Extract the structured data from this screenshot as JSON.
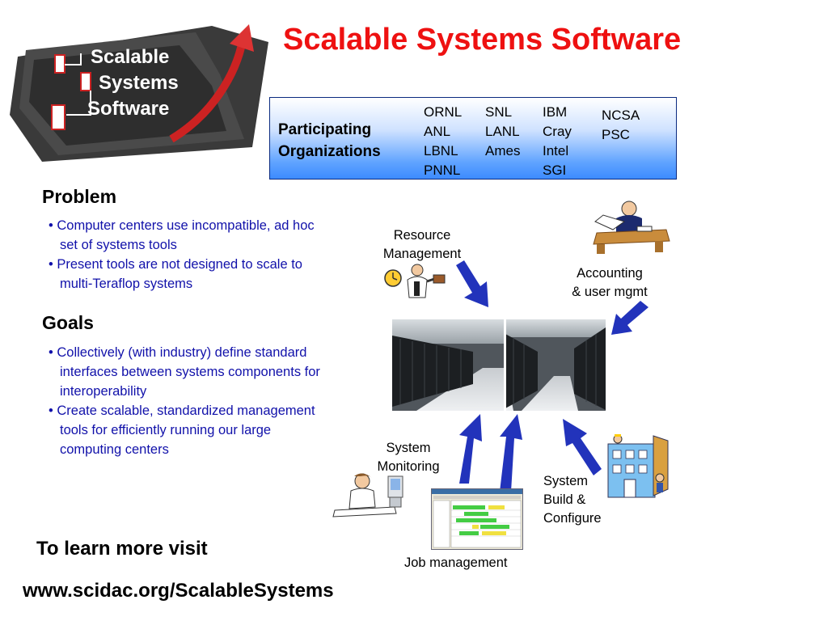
{
  "title": "Scalable Systems Software",
  "logo": {
    "line1": "Scalable",
    "line2": "Systems",
    "line3": "Software"
  },
  "organizations": {
    "label_line1": "Participating",
    "label_line2": "Organizations",
    "columns": [
      [
        "ORNL",
        "ANL",
        "LBNL",
        "PNNL"
      ],
      [
        "SNL",
        "LANL",
        "Ames"
      ],
      [
        "IBM",
        "Cray",
        "Intel",
        "SGI"
      ],
      [
        "NCSA",
        "PSC"
      ]
    ]
  },
  "problem": {
    "heading": "Problem",
    "bullets": [
      "• Computer centers use incompatible, ad hoc set of systems tools",
      "• Present tools are not designed to scale to multi-Teraflop systems"
    ]
  },
  "goals": {
    "heading": "Goals",
    "bullets": [
      "• Collectively (with industry) define standard interfaces between systems components for interoperability",
      "• Create scalable, standardized management tools for efficiently running our large computing centers"
    ]
  },
  "diagram": {
    "resource_management": {
      "line1": "Resource",
      "line2": "Management"
    },
    "accounting": {
      "line1": "Accounting",
      "line2": "& user mgmt"
    },
    "system_monitoring": {
      "line1": "System",
      "line2": "Monitoring"
    },
    "system_build": {
      "line1": "System",
      "line2": "Build &",
      "line3": "Configure"
    },
    "job_management": "Job management"
  },
  "learn_more": "To learn more visit",
  "url": "www.scidac.org/ScalableSystems",
  "colors": {
    "title": "#ee1111",
    "bullet_text": "#1111aa",
    "arrow": "#2233bb",
    "org_box_gradient_end": "#3d8bff"
  }
}
